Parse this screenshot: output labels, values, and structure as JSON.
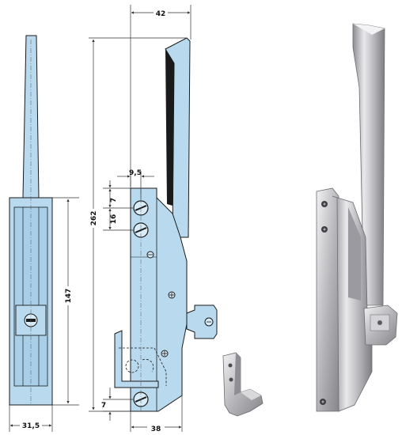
{
  "dimensions": {
    "front_width": "31,5",
    "lower_height": "147",
    "overall_height": "262",
    "top_width": "42",
    "hole_offset": "9,5",
    "upper_gap": "7",
    "hole_spacing": "16",
    "lower_gap": "7",
    "base_width": "38"
  },
  "colors": {
    "blueprint_fill": "#b9daee",
    "blueprint_fill_dark": "#9cc5e2",
    "outline": "#1a1a1a",
    "dimension_line": "#333333",
    "chrome_light": "#e6e6e6",
    "chrome_mid": "#b9b9bb",
    "chrome_dark": "#7b7b80"
  }
}
